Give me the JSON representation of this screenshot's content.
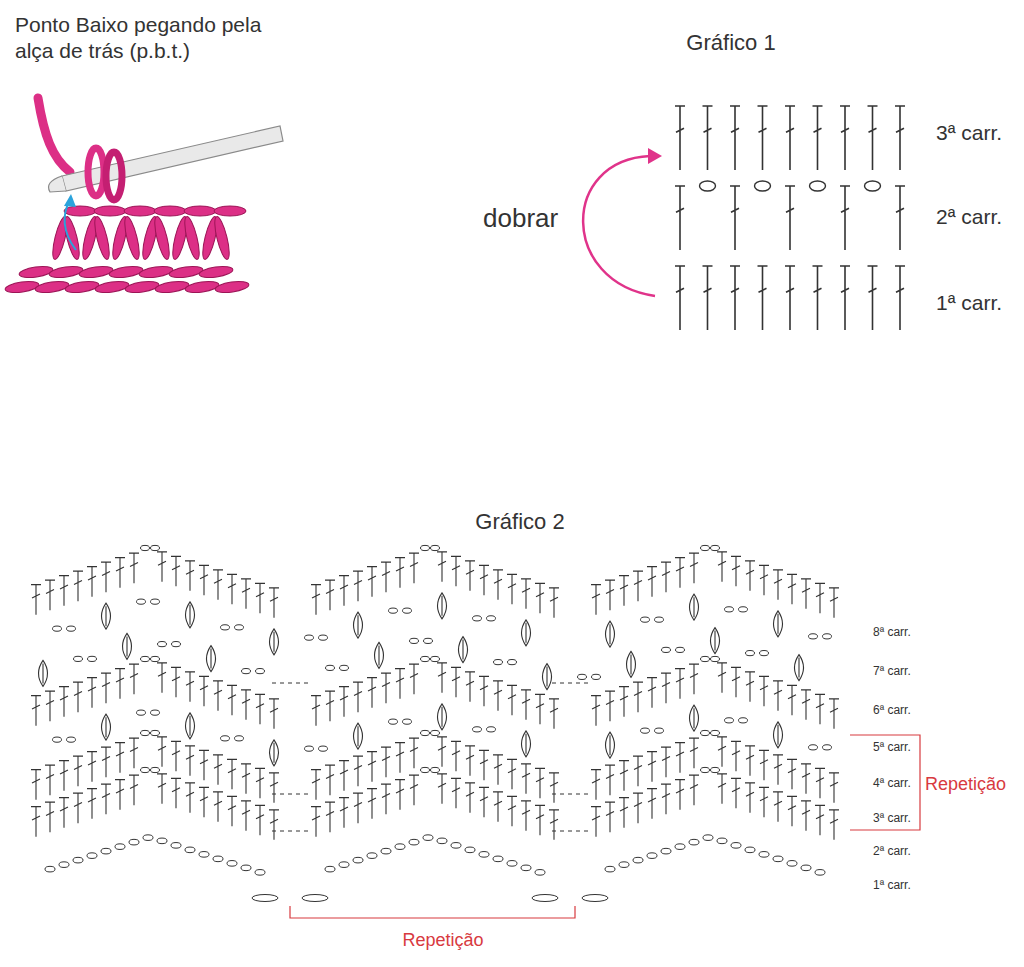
{
  "diagram": {
    "labels": [
      "Ponto Baixo pegando pela alça de trás (p.b.t.)",
      "Gráfico 1",
      "3ª carr.",
      "dobrar",
      "2ª carr.",
      "1ª carr.",
      "Gráfico 2",
      "8ª carr.",
      "7ª carr.",
      "6ª carr.",
      "5ª carr.",
      "4ª carr.",
      "Repetição",
      "3ª carr.",
      "2ª carr.",
      "1ª carr.",
      "Repetição"
    ]
  }
}
